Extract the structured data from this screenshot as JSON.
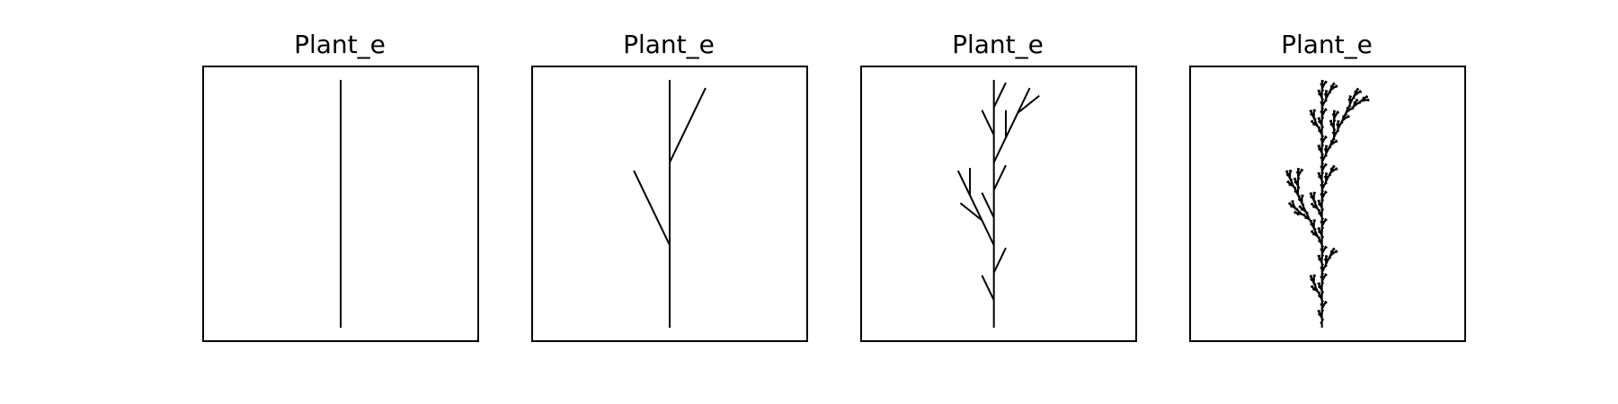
{
  "figure": {
    "panels": [
      {
        "title": "Plant_e",
        "iterations": 0
      },
      {
        "title": "Plant_e",
        "iterations": 1
      },
      {
        "title": "Plant_e",
        "iterations": 2
      },
      {
        "title": "Plant_e",
        "iterations": 4
      }
    ],
    "lsystem": {
      "axiom": "F",
      "rules": {
        "F": "F[+F]F[-F]F"
      },
      "angle_degrees": 25.7
    },
    "stroke_color": "#000000"
  }
}
